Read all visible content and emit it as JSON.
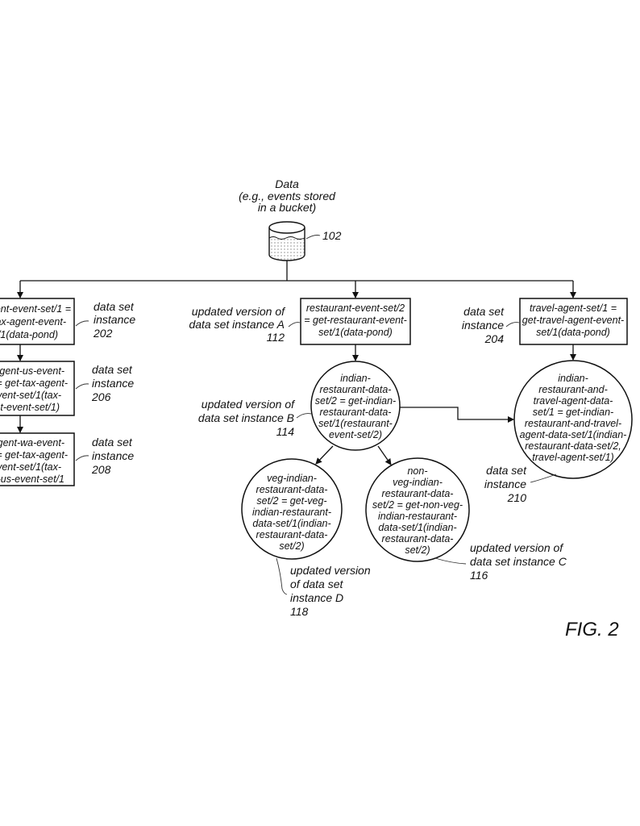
{
  "figure_label": "FIG. 2",
  "source": {
    "title_lines": [
      "Data",
      "(e.g., events stored",
      "in a bucket)"
    ],
    "ref": "102",
    "icon": "bucket-icon"
  },
  "nodes": {
    "box_202": {
      "lines": [
        "ent-event-set/1 =",
        "ax-agent-event-",
        "/1(data-pond)"
      ],
      "label_lines": [
        "data set",
        "instance",
        "202"
      ]
    },
    "box_206": {
      "lines": [
        "agent-us-event-",
        "= get-tax-agent-",
        "vent-set/1(tax-",
        "nt-event-set/1)"
      ],
      "label_lines": [
        "data set",
        "instance",
        "206"
      ]
    },
    "box_208": {
      "lines": [
        "agent-wa-event-",
        "= get-tax-agent-",
        "vent-set/1(tax-",
        "t-us-event-set/1"
      ],
      "label_lines": [
        "data set",
        "instance",
        "208"
      ]
    },
    "box_112": {
      "lines": [
        "restaurant-event-set/2",
        "= get-restaurant-event-",
        "set/1(data-pond)"
      ],
      "label_lines": [
        "updated version of",
        "data set instance A",
        "112"
      ]
    },
    "box_204": {
      "lines": [
        "travel-agent-set/1 =",
        "get-travel-agent-event-",
        "set/1(data-pond)"
      ],
      "label_lines": [
        "data set",
        "instance",
        "204"
      ]
    },
    "circle_114": {
      "lines": [
        "indian-",
        "restaurant-data-",
        "set/2 = get-indian-",
        "restaurant-data-",
        "set/1(restaurant-",
        "event-set/2)"
      ],
      "label_lines": [
        "updated version of",
        "data set instance B",
        "114"
      ]
    },
    "circle_210": {
      "lines": [
        "indian-",
        "restaurant-and-",
        "travel-agent-data-",
        "set/1 = get-indian-",
        "restaurant-and-travel-",
        "agent-data-set/1(indian-",
        "restaurant-data-set/2,",
        "travel-agent-set/1)"
      ],
      "label_lines": [
        "data set",
        "instance",
        "210"
      ]
    },
    "circle_118": {
      "lines": [
        "veg-indian-",
        "restaurant-data-",
        "set/2 = get-veg-",
        "indian-restaurant-",
        "data-set/1(indian-",
        "restaurant-data-",
        "set/2)"
      ],
      "label_lines": [
        "updated version",
        "of data set",
        "instance D",
        "118"
      ]
    },
    "circle_116": {
      "lines": [
        "non-",
        "veg-indian-",
        "restaurant-data-",
        "set/2 = get-non-veg-",
        "indian-restaurant-",
        "data-set/1(indian-",
        "restaurant-data-",
        "set/2)"
      ],
      "label_lines": [
        "updated version of",
        "data set instance C",
        "116"
      ]
    }
  }
}
